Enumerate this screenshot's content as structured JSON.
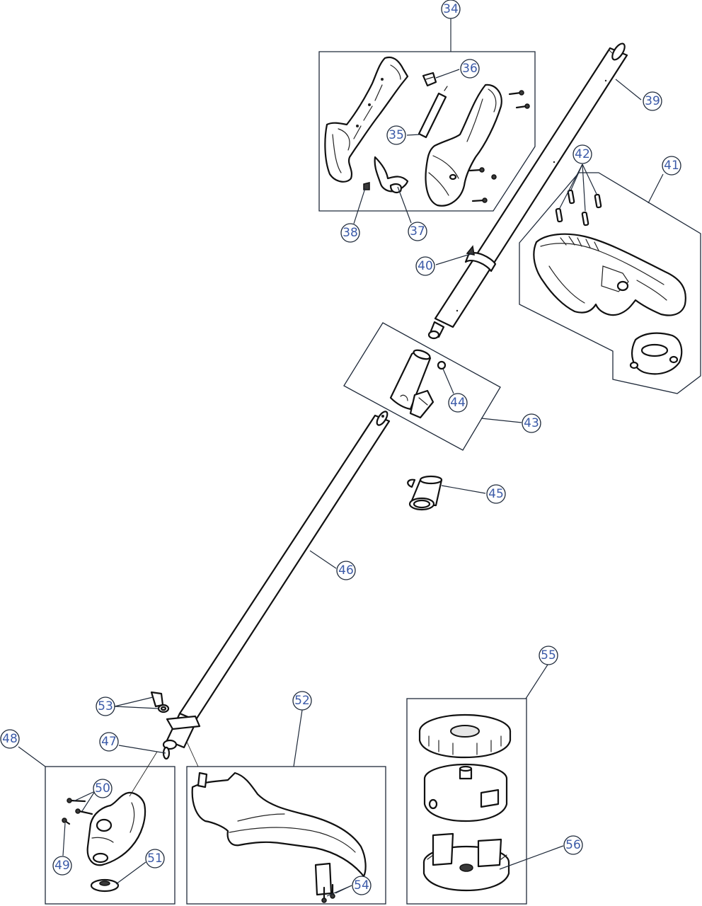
{
  "callouts": {
    "c34": "34",
    "c35": "35",
    "c36": "36",
    "c37": "37",
    "c38": "38",
    "c39": "39",
    "c40": "40",
    "c41": "41",
    "c42": "42",
    "c43": "43",
    "c44": "44",
    "c45": "45",
    "c46": "46",
    "c47": "47",
    "c48": "48",
    "c49": "49",
    "c50": "50",
    "c51": "51",
    "c52": "52",
    "c53": "53",
    "c54": "54",
    "c55": "55",
    "c56": "56"
  },
  "colors": {
    "callout_text": "#3b5aa8",
    "line": "#1f2a3a"
  }
}
